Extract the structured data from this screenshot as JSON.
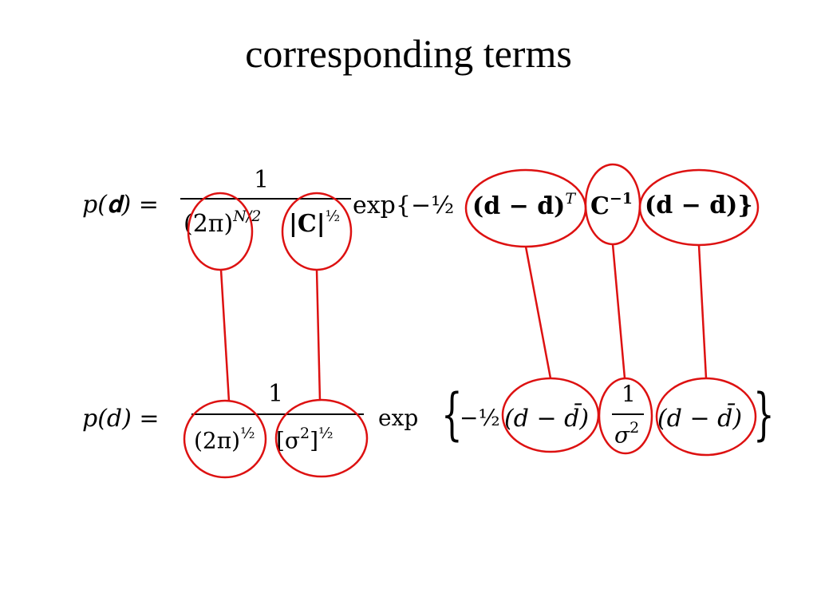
{
  "title": "corresponding terms",
  "accent_color": "#dd1111",
  "eq1": {
    "lhs": "p(𝐝) =",
    "numerator": "1",
    "den_2pi": "(2π)",
    "den_exp": "N/2",
    "den_det": "|𝐂|",
    "den_det_exp": "½",
    "exp_open": "exp{−½",
    "term_a": "(𝐝 − 𝐝̄)",
    "term_a_exp": "T",
    "term_b": "𝐂",
    "term_b_exp": "−𝟏",
    "term_c": "(𝐝 − 𝐝̄)}"
  },
  "eq2": {
    "lhs": "p(d) =",
    "numerator": "1",
    "den_2pi": "(2π)",
    "den_2pi_exp": "½",
    "den_sigma": "[σ",
    "den_sigma_sq": "2",
    "den_sigma_close": "]",
    "den_sigma_exp": "½",
    "exp_word": "exp",
    "half": "−½",
    "term_a": "(d − d̄)",
    "frac_num": "1",
    "frac_den": "σ",
    "frac_den_sq": "2",
    "term_c": "(d − d̄)"
  }
}
